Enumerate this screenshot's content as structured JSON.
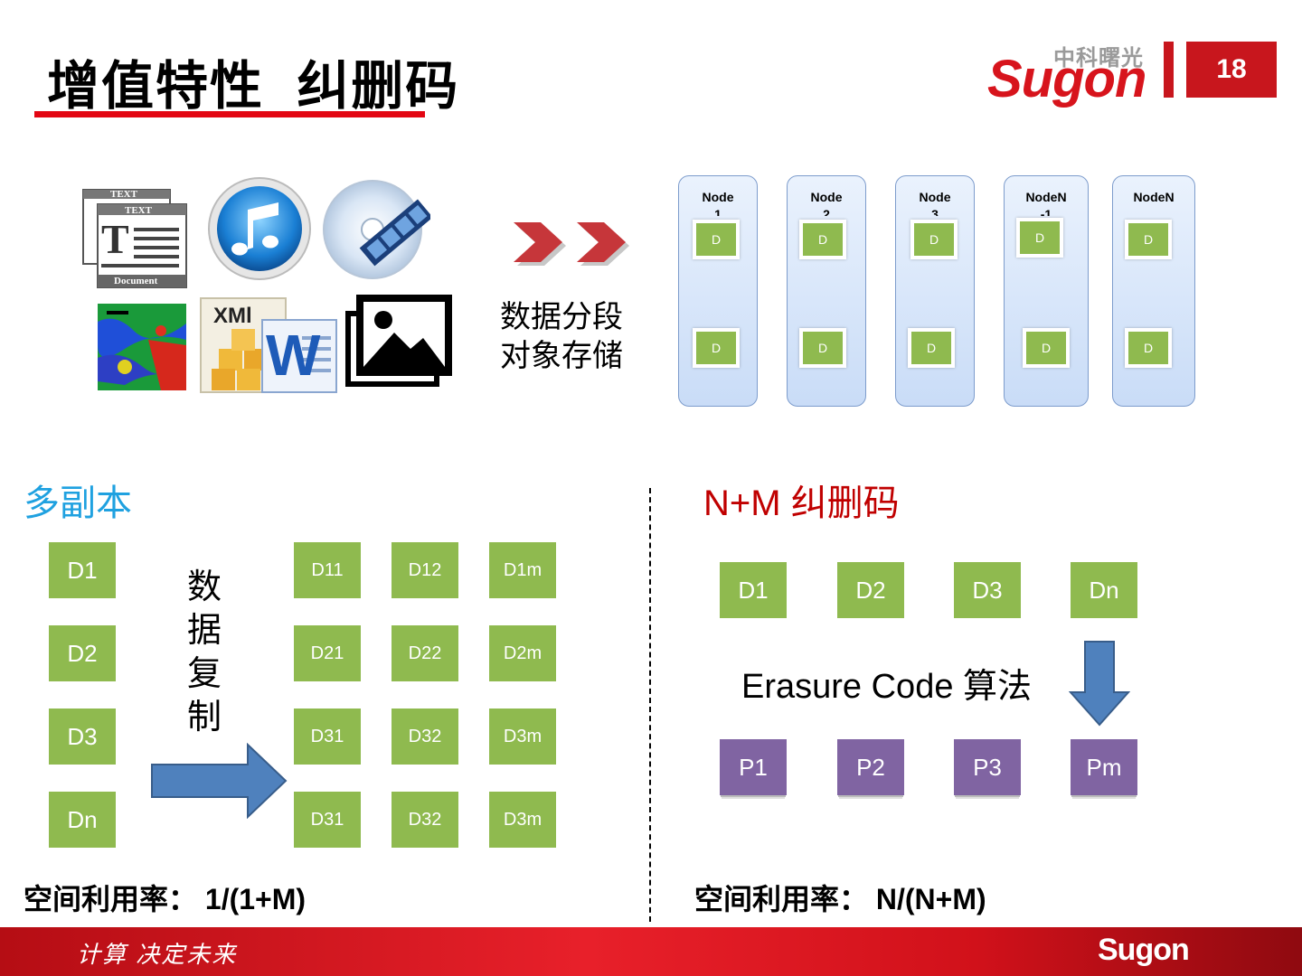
{
  "header": {
    "title": "增值特性  纠删码",
    "logo_cn": "中科曙光",
    "logo_en": "Sugon",
    "page_number": "18"
  },
  "top": {
    "caption_line1": "数据分段",
    "caption_line2": "对象存储",
    "doc_icon_text1": "TEXT",
    "doc_icon_text2": "TEXT",
    "doc_icon_text3": "Document",
    "xml_icon_text": "XMl",
    "word_icon_text": "W",
    "nodes": [
      {
        "label": "Node\n1",
        "top_block": "D",
        "bottom_block": "D"
      },
      {
        "label": "Node\n2",
        "top_block": "D",
        "bottom_block": "D"
      },
      {
        "label": "Node\n3",
        "top_block": "D",
        "bottom_block": "D"
      },
      {
        "label": "NodeN\n-1",
        "top_block": "D",
        "bottom_block": "D"
      },
      {
        "label": "NodeN",
        "top_block": "D",
        "bottom_block": "D"
      }
    ]
  },
  "replica": {
    "title": "多副本",
    "title_color": "#1fa1e0",
    "sources": [
      "D1",
      "D2",
      "D3",
      "Dn"
    ],
    "action_chars": [
      "数",
      "据",
      "复",
      "制"
    ],
    "copies": [
      [
        "D11",
        "D12",
        "D1m"
      ],
      [
        "D21",
        "D22",
        "D2m"
      ],
      [
        "D31",
        "D32",
        "D3m"
      ],
      [
        "D31",
        "D32",
        "D3m"
      ]
    ],
    "utilization": "空间利用率： 1/(1+M)"
  },
  "erasure": {
    "title": "N+M 纠删码",
    "title_color": "#c00000",
    "data_blocks": [
      "D1",
      "D2",
      "D3",
      "Dn"
    ],
    "algorithm_label": "Erasure Code 算法",
    "parity_blocks": [
      "P1",
      "P2",
      "P3",
      "Pm"
    ],
    "utilization": "空间利用率： N/(N+M)"
  },
  "footer": {
    "slogan": "计算 决定未来",
    "logo": "Sugon"
  },
  "colors": {
    "accent_red": "#e30613",
    "block_green": "#8fba4f",
    "block_purple": "#8064a2",
    "arrow_blue": "#4f81bd"
  }
}
